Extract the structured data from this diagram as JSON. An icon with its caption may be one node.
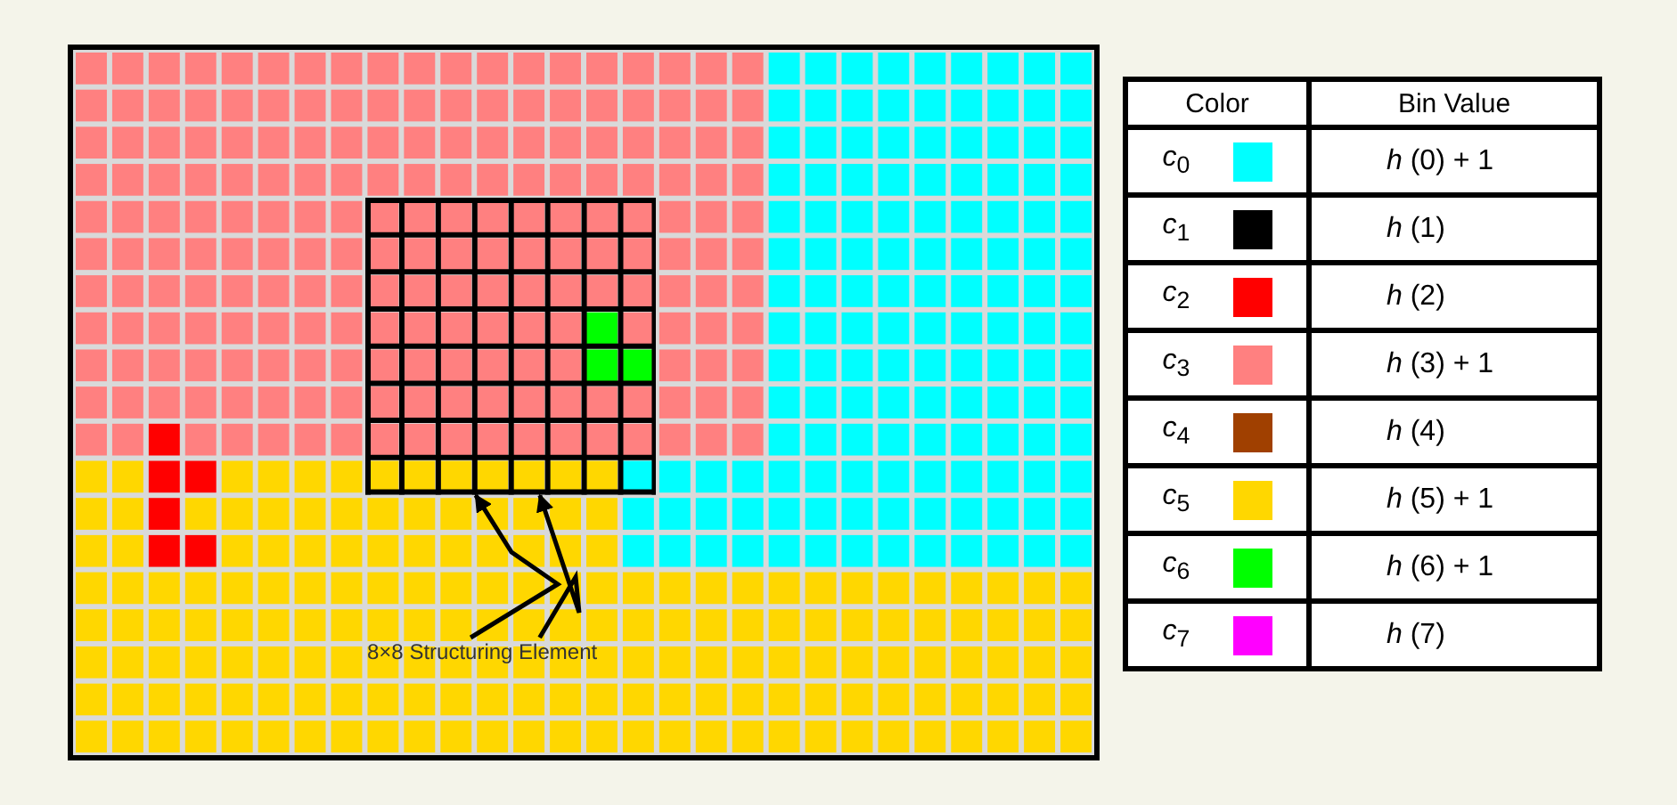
{
  "diagram": {
    "nodes": [
      {
        "text": [
          "8×8 Structuring Element"
        ]
      },
      {
        "text": [],
        "shape": "box"
      }
    ],
    "edges": [
      {
        "from": 0,
        "to": 1,
        "arrow": "to"
      },
      {
        "from": 0,
        "to": 1,
        "arrow": "to"
      }
    ],
    "labels": [
      "Color",
      "Bin Value",
      "*h* (0) + 1",
      "*h* (1)",
      "*h* (2)",
      "*h* (3) + 1",
      "*h* (4)",
      "*h* (5) + 1",
      "*h* (6) + 1",
      "*h* (7)"
    ],
    "legend": [
      {
        "text": "*c*$_{0}$",
        "color": "#00ffff"
      },
      {
        "text": "*c*$_{1}$",
        "color": "#000000"
      },
      {
        "text": "*c*$_{2}$",
        "color": "#ff0000"
      },
      {
        "text": "*c*$_{3}$",
        "color": "#ff8080"
      },
      {
        "text": "*c*$_{4}$",
        "color": "#a04000"
      },
      {
        "text": "*c*$_{5}$",
        "color": "#ffd700"
      },
      {
        "text": "*c*$_{6}$",
        "color": "#00ff00"
      },
      {
        "text": "*c*$_{7}$",
        "color": "#ff00ff"
      }
    ]
  }
}
